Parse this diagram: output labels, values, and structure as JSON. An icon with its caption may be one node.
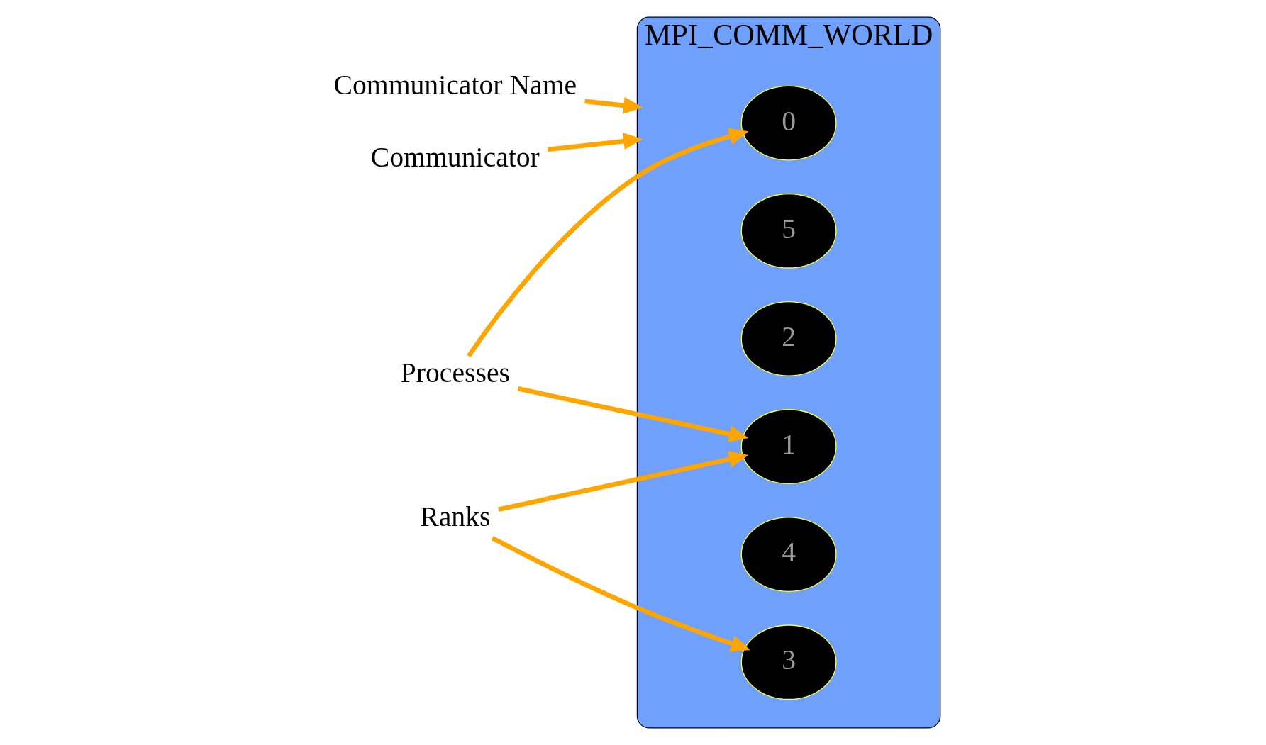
{
  "diagram": {
    "nodes": [
      {
        "text": [
          "Communicator Name"
        ]
      },
      {
        "text": [
          "Communicator"
        ]
      },
      {
        "text": [
          "MPI_COMM_WORLD"
        ]
      },
      {
        "text": [
          "Processes"
        ]
      },
      {
        "text": [
          "0"
        ],
        "in": 2
      },
      {
        "text": [
          "5"
        ],
        "in": 2
      },
      {
        "text": [
          "2"
        ],
        "in": 2
      },
      {
        "text": [
          "Ranks"
        ]
      },
      {
        "text": [
          "1"
        ],
        "in": 2
      },
      {
        "text": [
          "4"
        ],
        "in": 2
      },
      {
        "text": [
          "3"
        ],
        "in": 2
      }
    ],
    "edges": [
      {
        "from": 0,
        "to": 2,
        "arrow": "to"
      },
      {
        "from": 1,
        "to": 2,
        "arrow": "to"
      },
      {
        "from": 3,
        "to": 4,
        "arrow": "to"
      },
      {
        "from": 3,
        "to": 8,
        "arrow": "to"
      },
      {
        "from": 7,
        "to": 8,
        "arrow": "to"
      },
      {
        "from": 7,
        "to": 10,
        "arrow": "to"
      }
    ]
  }
}
